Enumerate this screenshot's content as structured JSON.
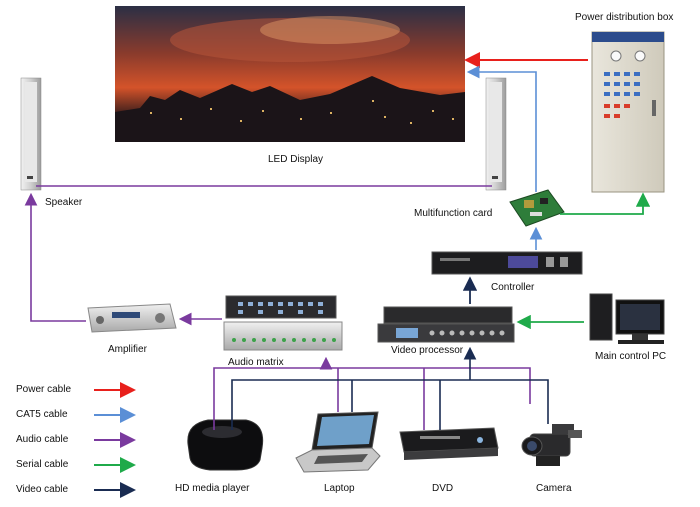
{
  "colors": {
    "power": "#e8201c",
    "cat5": "#5b8fd6",
    "audio": "#7a3a9e",
    "serial": "#1faa4a",
    "video": "#1a2c52"
  },
  "labels": {
    "led_display": "LED Display",
    "power_box": "Power distribution box",
    "speaker": "Speaker",
    "multifunction_card": "Multifunction card",
    "controller": "Controller",
    "amplifier": "Amplifier",
    "audio_matrix": "Audio  matrix",
    "video_processor": "Video processor",
    "main_pc": "Main control PC",
    "hd_player": "HD media player",
    "laptop": "Laptop",
    "dvd": "DVD",
    "camera": "Camera"
  },
  "legend": [
    {
      "label": "Power cable",
      "color": "#e8201c"
    },
    {
      "label": "CAT5 cable",
      "color": "#5b8fd6"
    },
    {
      "label": "Audio cable",
      "color": "#7a3a9e"
    },
    {
      "label": "Serial cable",
      "color": "#1faa4a"
    },
    {
      "label": "Video cable",
      "color": "#1a2c52"
    }
  ],
  "icons": {
    "led_display": "led-screen-icon",
    "power_box": "power-cabinet-icon",
    "speaker": "column-speaker-icon",
    "multifunction_card": "circuit-board-icon",
    "controller": "rack-controller-icon",
    "amplifier": "amplifier-icon",
    "audio_matrix": "audio-matrix-icon",
    "video_processor": "video-processor-icon",
    "main_pc": "desktop-pc-icon",
    "hd_player": "media-player-icon",
    "laptop": "laptop-icon",
    "dvd": "dvd-player-icon",
    "camera": "camcorder-icon"
  }
}
